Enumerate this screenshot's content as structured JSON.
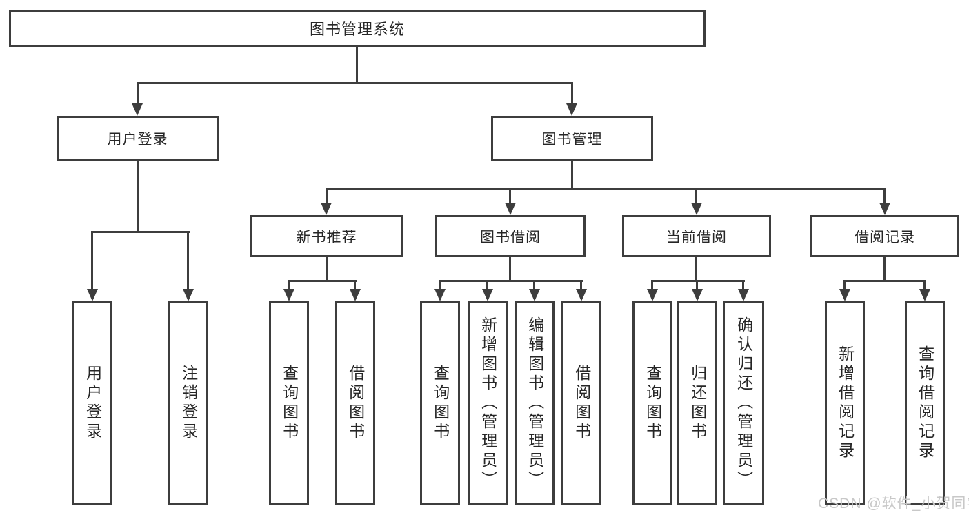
{
  "diagram": {
    "root": "图书管理系统",
    "groups": {
      "user": {
        "label": "用户登录",
        "children": [
          "用户登录",
          "注销登录"
        ]
      },
      "book": {
        "label": "图书管理",
        "sections": {
          "recommend": {
            "label": "新书推荐",
            "children": [
              "查询图书",
              "借阅图书"
            ]
          },
          "borrow": {
            "label": "图书借阅",
            "children": [
              "查询图书",
              "新增图书（管理员）",
              "编辑图书（管理员）",
              "借阅图书"
            ]
          },
          "current": {
            "label": "当前借阅",
            "children": [
              "查询图书",
              "归还图书",
              "确认归还（管理员）"
            ]
          },
          "record": {
            "label": "借阅记录",
            "children": [
              "新增借阅记录",
              "查询借阅记录"
            ]
          }
        }
      }
    }
  },
  "watermark": "CSDN @软件_小贺同学",
  "colors": {
    "line": "#3d3d3d",
    "text": "#262626",
    "watermark": "#c8c8c8",
    "background": "#ffffff"
  }
}
